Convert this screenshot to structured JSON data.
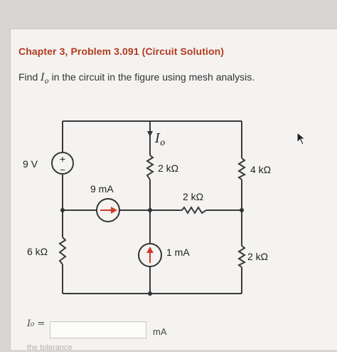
{
  "heading": "Chapter 3, Problem 3.091 (Circuit Solution)",
  "problem": {
    "prefix": "Find ",
    "var_main": "I",
    "var_sub": "o",
    "suffix": " in the circuit in the figure using mesh analysis."
  },
  "circuit": {
    "io_label_main": "I",
    "io_label_sub": "o",
    "voltage_source": "9 V",
    "source_plus": "+",
    "source_minus": "−",
    "current_source_top": "9 mA",
    "current_source_bottom": "1 mA",
    "r_top_middle": "2 kΩ",
    "r_top_right": "4 kΩ",
    "r_middle_horizontal": "2 kΩ",
    "r_bottom_left": "6 kΩ",
    "r_bottom_right": "2 kΩ"
  },
  "answer": {
    "label": "I₀ =",
    "value": "",
    "placeholder": "",
    "unit": "mA"
  },
  "footer_text": "the tolerance"
}
